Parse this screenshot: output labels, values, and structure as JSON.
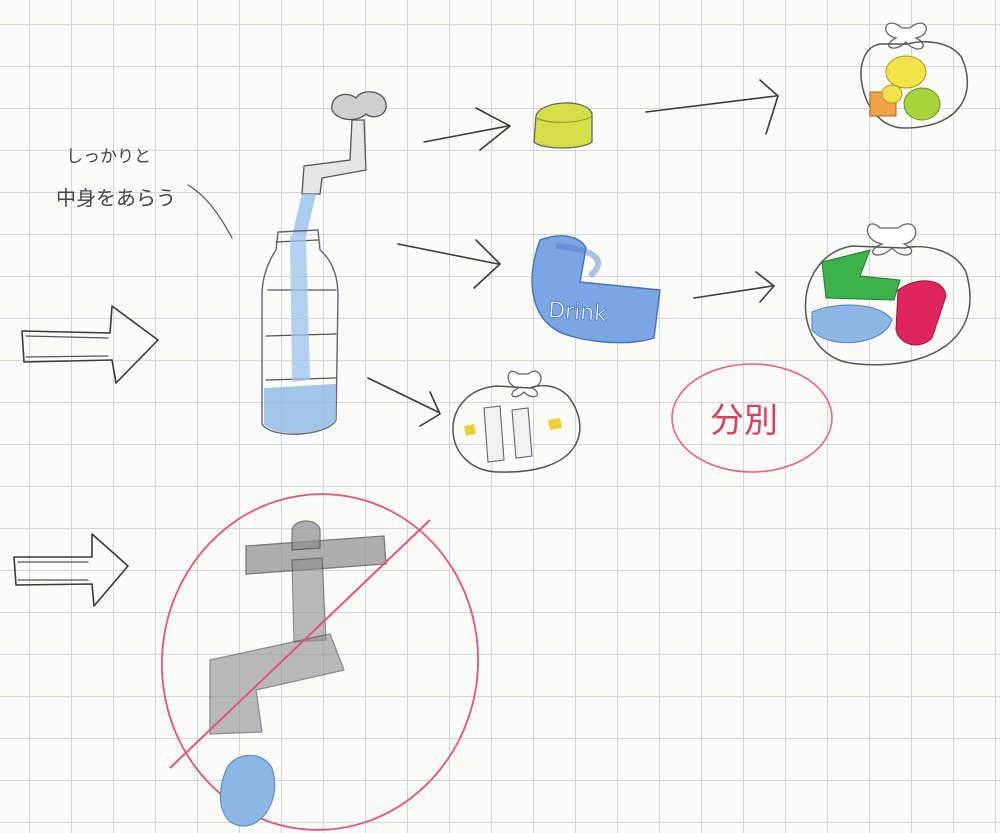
{
  "annotation": {
    "line1": "しっかりと",
    "line2": "中身をあらう"
  },
  "label_text": "Drink",
  "separate_label": "分別",
  "colors": {
    "water_blue": "#8cb8e6",
    "label_blue": "#6e9ee0",
    "cap_yellow": "#d4df4a",
    "prohibit_red": "#e2557a",
    "separate_red": "#e6667f",
    "bag_green": "#3bb24a",
    "bag_red": "#e0245e",
    "bag_orange": "#f2a346",
    "bag_yellow": "#f4e34b",
    "pencil": "#3a3a3a"
  },
  "icons": [
    "big-arrow-icon",
    "bottle-under-faucet-icon",
    "bottle-cap-icon",
    "bottle-label-icon",
    "crushed-bottles-bag-icon",
    "caps-bag-icon",
    "labels-bag-icon",
    "prohibited-running-faucet-icon"
  ]
}
